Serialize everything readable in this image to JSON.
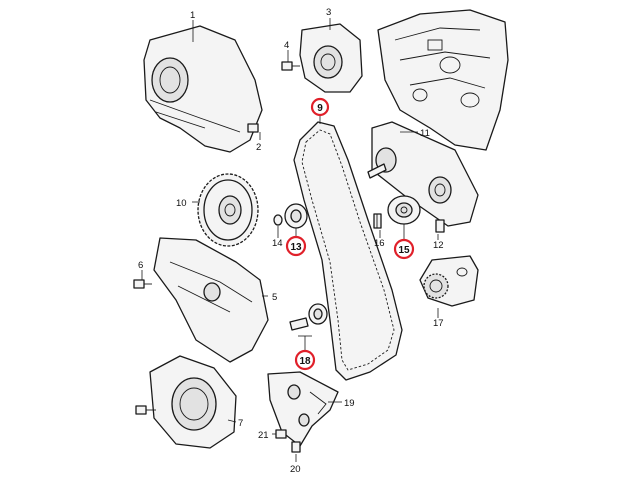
{
  "diagram": {
    "callouts": [
      "1",
      "2",
      "3",
      "4",
      "5",
      "6",
      "7",
      "10",
      "11",
      "12",
      "14",
      "16",
      "17",
      "19",
      "20",
      "21"
    ],
    "highlighted": [
      "9",
      "13",
      "15",
      "18"
    ],
    "highlight_color": "#e0202a",
    "line_color": "#1a1a1a",
    "fill_color": "#f4f4f4"
  }
}
